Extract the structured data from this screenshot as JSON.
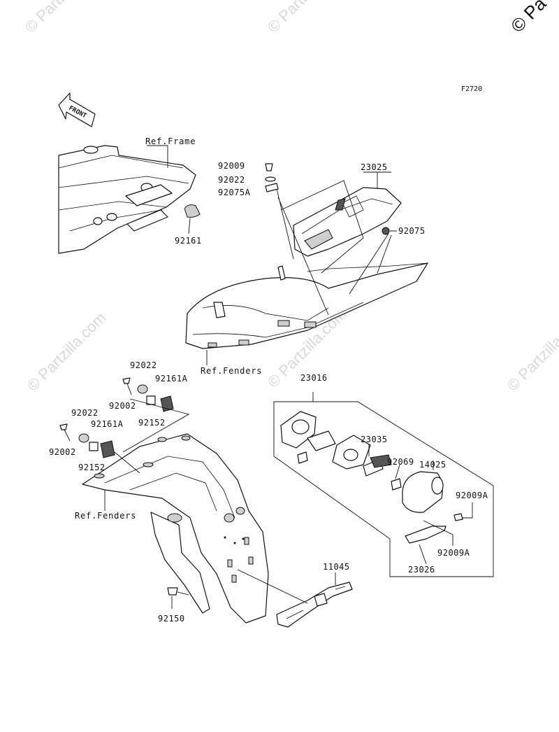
{
  "watermark": {
    "text": "© Partzilla.com",
    "corner_text": "© Pa"
  },
  "figure_code": "F2720",
  "front_arrow_label": "FRONT",
  "references": {
    "frame": "Ref.Frame",
    "fenders_upper": "Ref.Fenders",
    "fenders_lower": "Ref.Fenders"
  },
  "parts": {
    "p92161": "92161",
    "p92009_top": "92009",
    "p92022_top": "92022",
    "p92075A": "92075A",
    "p23025": "23025",
    "p92075": "92075",
    "p23016": "23016",
    "p92022_a": "92022",
    "p92161A_a": "92161A",
    "p92002_a": "92002",
    "p92152_a": "92152",
    "p92022_b": "92022",
    "p92161A_b": "92161A",
    "p92002_b": "92002",
    "p92152_b": "92152",
    "p23035": "23035",
    "p92069": "92069",
    "p14025": "14025",
    "p92009A_a": "92009A",
    "p92009A_b": "92009A",
    "p23026": "23026",
    "p11045": "11045",
    "p92150": "92150"
  }
}
